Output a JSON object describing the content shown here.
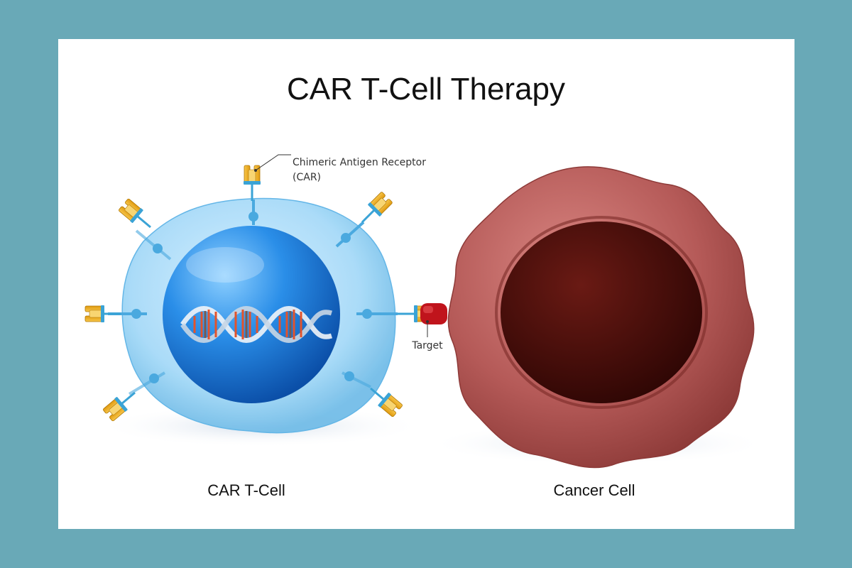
{
  "title": "CAR T-Cell Therapy",
  "labels": {
    "car_line1": "Chimeric Antigen Receptor",
    "car_line2": "(CAR)",
    "target": "Target",
    "t_cell": "CAR T-Cell",
    "cancer_cell": "Cancer Cell"
  },
  "colors": {
    "frame": "#69a9b7",
    "background": "#ffffff",
    "t_cell_membrane": "#8fcdf3",
    "nucleus": "#1d80e0",
    "receptor": "#f2b320",
    "cancer_cell": "#b55a58",
    "cancer_nucleus": "#4a0c09",
    "target": "#c0141c"
  }
}
